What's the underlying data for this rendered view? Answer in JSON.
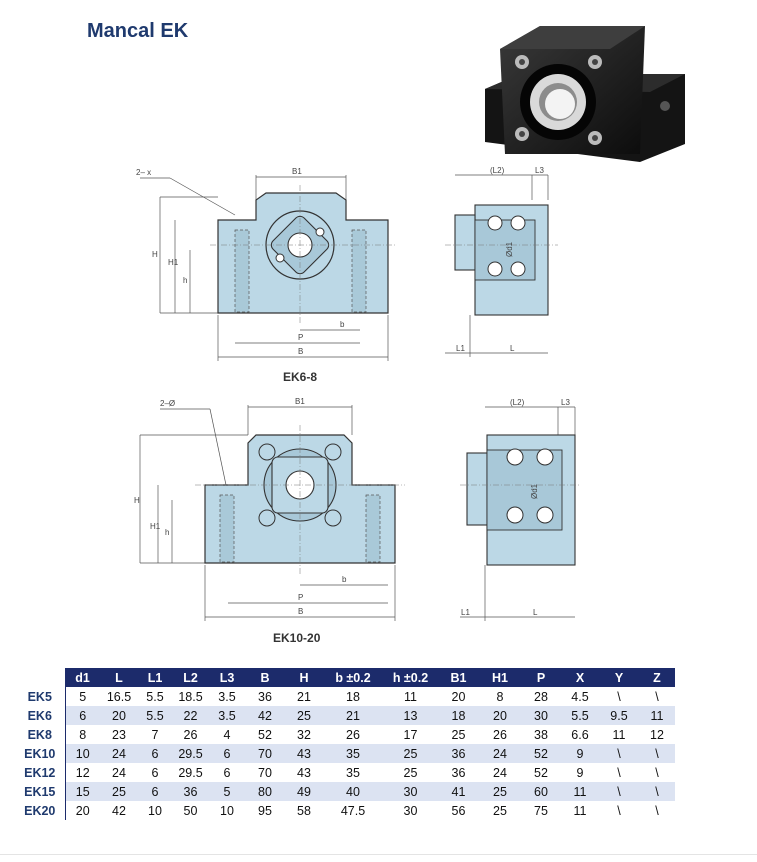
{
  "page": {
    "title": "Mancal EK"
  },
  "drawings": {
    "top_caption": "EK6-8",
    "bottom_caption": "EK10-20",
    "top_front": {
      "hole_label": "2– x",
      "B1": "B1",
      "H": "H",
      "H1": "H1",
      "h": "h",
      "b": "b",
      "P": "P",
      "B": "B"
    },
    "top_side": {
      "L2": "(L2)",
      "L3": "L3",
      "d1": "Ød1",
      "L1": "L1",
      "L": "L"
    },
    "bottom_front": {
      "hole_label": "2–Ø",
      "B1": "B1",
      "H": "H",
      "H1": "H1",
      "h": "h",
      "b": "b",
      "P": "P",
      "B": "B"
    },
    "bottom_side": {
      "L2": "(L2)",
      "L3": "L3",
      "d1": "Ød1",
      "L1": "L1",
      "L": "L"
    }
  },
  "table": {
    "headers": [
      "d1",
      "L",
      "L1",
      "L2",
      "L3",
      "B",
      "H",
      "b  ±0.2",
      "h ±0.2",
      "B1",
      "H1",
      "P",
      "X",
      "Y",
      "Z"
    ],
    "rows": [
      {
        "model": "EK5",
        "values": [
          "5",
          "16.5",
          "5.5",
          "18.5",
          "3.5",
          "36",
          "21",
          "18",
          "11",
          "20",
          "8",
          "28",
          "4.5",
          "\\",
          "\\"
        ]
      },
      {
        "model": "EK6",
        "values": [
          "6",
          "20",
          "5.5",
          "22",
          "3.5",
          "42",
          "25",
          "21",
          "13",
          "18",
          "20",
          "30",
          "5.5",
          "9.5",
          "11"
        ]
      },
      {
        "model": "EK8",
        "values": [
          "8",
          "23",
          "7",
          "26",
          "4",
          "52",
          "32",
          "26",
          "17",
          "25",
          "26",
          "38",
          "6.6",
          "11",
          "12"
        ]
      },
      {
        "model": "EK10",
        "values": [
          "10",
          "24",
          "6",
          "29.5",
          "6",
          "70",
          "43",
          "35",
          "25",
          "36",
          "24",
          "52",
          "9",
          "\\",
          "\\"
        ]
      },
      {
        "model": "EK12",
        "values": [
          "12",
          "24",
          "6",
          "29.5",
          "6",
          "70",
          "43",
          "35",
          "25",
          "36",
          "24",
          "52",
          "9",
          "\\",
          "\\"
        ]
      },
      {
        "model": "EK15",
        "values": [
          "15",
          "25",
          "6",
          "36",
          "5",
          "80",
          "49",
          "40",
          "30",
          "41",
          "25",
          "60",
          "11",
          "\\",
          "\\"
        ]
      },
      {
        "model": "EK20",
        "values": [
          "20",
          "42",
          "10",
          "50",
          "10",
          "95",
          "58",
          "47.5",
          "30",
          "56",
          "25",
          "75",
          "11",
          "\\",
          "\\"
        ]
      }
    ]
  },
  "colors": {
    "accent": "#1c2b6b",
    "title": "#1f3a6e",
    "row_alt": "#dce3f2",
    "part_fill": "#bcd8e6"
  }
}
